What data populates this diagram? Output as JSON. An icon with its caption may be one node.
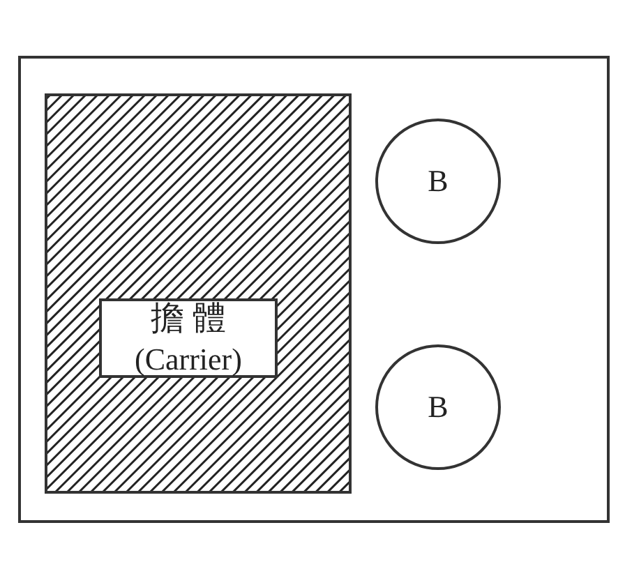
{
  "diagram": {
    "nodes": [
      {
        "text": [],
        "shape": "box"
      },
      {
        "text": [],
        "shape": "box",
        "in": 0
      },
      {
        "text": [
          "擔 體",
          "(Carrier)"
        ],
        "in": 1
      },
      {
        "text": [
          "B"
        ],
        "in": 0
      },
      {
        "text": [
          "B"
        ],
        "in": 0
      }
    ],
    "edges": []
  }
}
